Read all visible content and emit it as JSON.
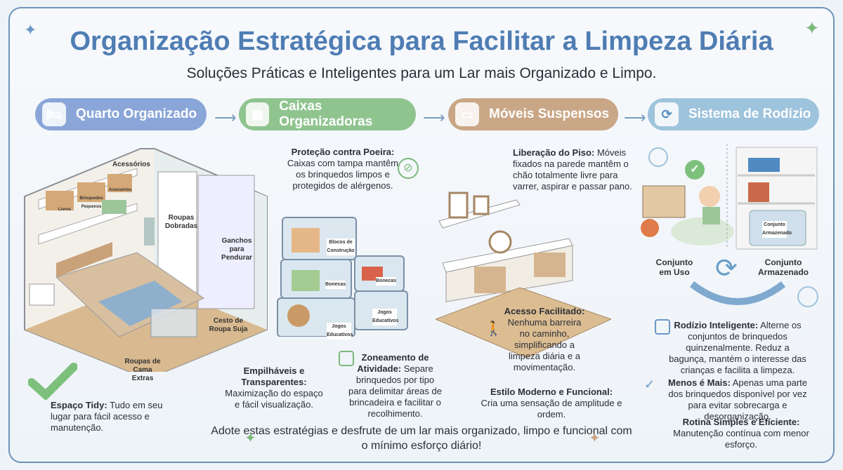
{
  "title": "Organização Estratégica para Facilitar a Limpeza Diária",
  "subtitle": "Soluções Práticas e Inteligentes para um Lar mais Organizado e Limpo.",
  "steps": [
    {
      "label": "Quarto Organizado",
      "icon": "bed-icon",
      "color": "#8aa6d8"
    },
    {
      "label": "Caixas Organizadoras",
      "icon": "boxes-icon",
      "color": "#8fc48f"
    },
    {
      "label": "Móveis Suspensos",
      "icon": "shelf-icon",
      "color": "#c9a685"
    },
    {
      "label": "Sistema de Rodízio",
      "icon": "rotate-icon",
      "color": "#9ec3dc"
    }
  ],
  "bedroom": {
    "labels": [
      "Acessórios",
      "Livros",
      "Brinquedos Pequenos",
      "Acessórios",
      "Roupas Dobradas",
      "Ganchos para Pendurar",
      "Cesto de Roupa Suja",
      "Roupas de Cama Extras"
    ],
    "note_title": "Espaço Tidy:",
    "note_text": "Tudo em seu lugar para fácil acesso e manutenção."
  },
  "boxes": {
    "box_labels": [
      "Blocos de Construção",
      "Bonecas",
      "Bonecas",
      "Jogos Educativos",
      "Jogos Educativos"
    ],
    "dust_title": "Proteção contra Poeira:",
    "dust_text": "Caixas com tampa mantêm os brinquedos limpos e protegidos de alérgenos.",
    "stack_title": "Empilháveis e Transparentes:",
    "stack_text": "Maximização do espaço e fácil visualização.",
    "zone_title": "Zoneamento de Atividade:",
    "zone_text": "Separe brinquedos por tipo para delimitar áreas de brincadeira e facilitar o recolhimento."
  },
  "furniture": {
    "floor_title": "Liberação do Piso:",
    "floor_text": "Móveis fixados na parede mantêm o chão totalmente livre para varrer, aspirar e passar pano.",
    "access_title": "Acesso Facilitado:",
    "access_text": "Nenhuma barreira no caminho, simplificando a limpeza diária e a movimentação.",
    "style_title": "Estilo Moderno e Funcional:",
    "style_text": "Cria uma sensação de amplitude e ordem."
  },
  "rotation": {
    "in_use": "Conjunto em Uso",
    "stored": "Conjunto Armazenado",
    "bin_label": "Conjunto Armazenado",
    "smart_title": "Rodízio Inteligente:",
    "smart_text": "Alterne os conjuntos de brinquedos quinzenalmente. Reduz a bagunça, mantém o interesse das crianças e facilita a limpeza.",
    "less_title": "Menos é Mais:",
    "less_text": "Apenas uma parte dos brinquedos disponível por vez para evitar sobrecarga e desorganização.",
    "routine_title": "Rotina Simples e Eficiente:",
    "routine_text": "Manutenção contínua com menor esforço."
  },
  "footer": "Adote estas estratégias e desfrute de um lar mais organizado, limpo e funcional com o mínimo esforço diário!"
}
